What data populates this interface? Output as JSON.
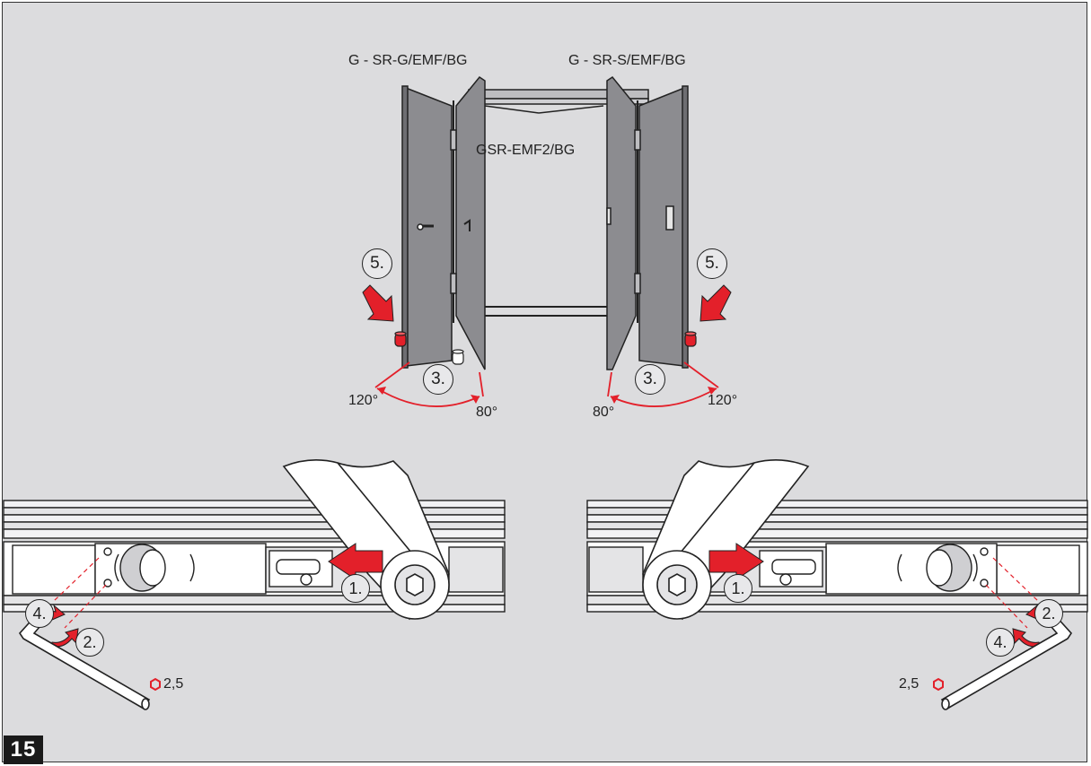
{
  "figure_number": "15",
  "labels": {
    "left_door_model": "G - SR-G/EMF/BG",
    "right_door_model": "G - SR-S/EMF/BG",
    "center_model": "GSR-EMF2/BG"
  },
  "angles": {
    "left_large": "120°",
    "left_small": "80°",
    "right_small": "80°",
    "right_large": "120°"
  },
  "steps": {
    "step1": "1.",
    "step2": "2.",
    "step3": "3.",
    "step4": "4.",
    "step5": "5."
  },
  "hex_key_size": "2,5",
  "colors": {
    "accent_red": "#e3202a",
    "background": "#dcdcde",
    "door_fill": "#8c8c90",
    "line": "#222222"
  }
}
